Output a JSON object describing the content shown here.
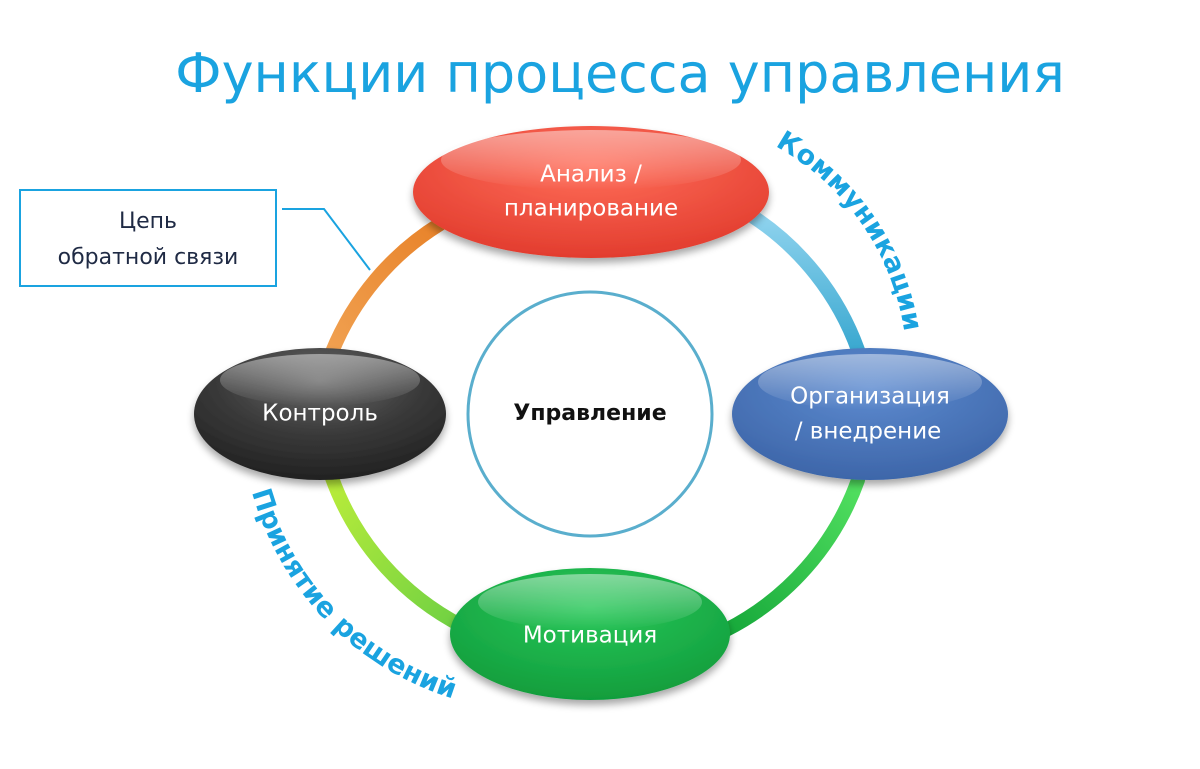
{
  "title": "Функции процесса управления",
  "center": {
    "label": "Управление"
  },
  "nodes": {
    "analysis": {
      "line1": "Анализ /",
      "line2": "планирование",
      "color": "#f04e3e"
    },
    "organization": {
      "line1": "Организация",
      "line2": "/ внедрение",
      "color": "#4a78bb"
    },
    "motivation": {
      "label": "Мотивация",
      "color": "#1bb54a"
    },
    "control": {
      "label": "Контроль",
      "color": "#3a3a3a"
    }
  },
  "arc_labels": {
    "communications": "Коммуникации",
    "decisions": "Принятие решений"
  },
  "callout": {
    "line1": "Цепь",
    "line2": "обратной связи"
  },
  "colors": {
    "title": "#1aa3e0",
    "ring_feedback": "#e8832a",
    "ring_communications": "#5bc0de",
    "ring_implementation": "#2ecc40",
    "ring_decisions": "#9adf3a",
    "center_circle": "#5aaecd",
    "callout_border": "#1aa3e0"
  }
}
